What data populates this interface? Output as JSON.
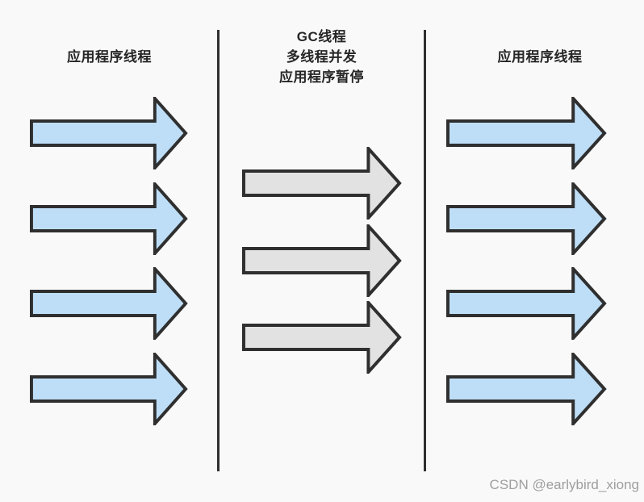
{
  "diagram": {
    "columns": {
      "left": {
        "title": "应用程序线程",
        "arrow_count": 4,
        "arrow_color": "#bedef7"
      },
      "middle": {
        "title_lines": [
          "GC线程",
          "多线程并发",
          "应用程序暂停"
        ],
        "arrow_count": 3,
        "arrow_color": "#e2e2e2"
      },
      "right": {
        "title": "应用程序线程",
        "arrow_count": 4,
        "arrow_color": "#bedef7"
      }
    }
  },
  "watermark": {
    "text": "CSDN @earlybird_xiong"
  },
  "colors": {
    "background": "#f9f9f9",
    "arrow_outline": "#2f2f2f",
    "divider": "#2f2f2f",
    "heading_text": "#262626",
    "watermark_text": "#9e9e9e"
  }
}
